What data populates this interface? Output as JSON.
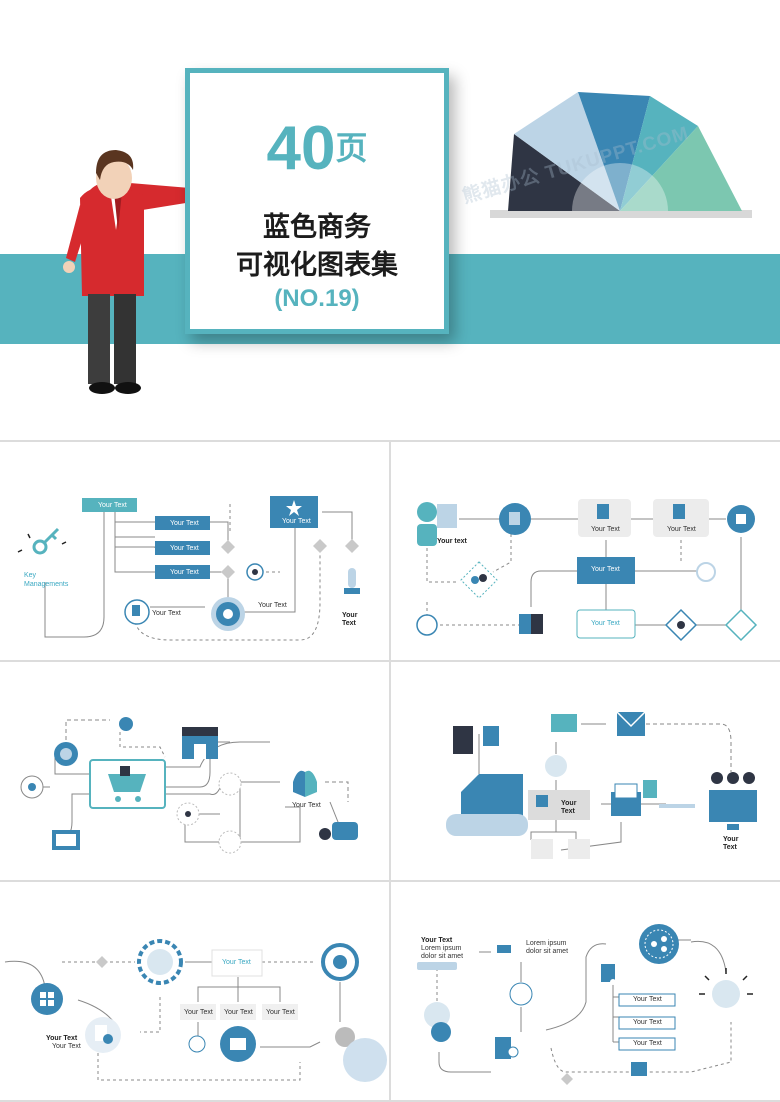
{
  "cover": {
    "number": "40",
    "number_unit": "页",
    "title_line1": "蓝色商务",
    "title_line2": "可视化图表集",
    "series": "(NO.19)",
    "watermark": "熊猫办公 TUKUPPT.COM"
  },
  "colors": {
    "teal": "#56b3be",
    "blue": "#3a86b3",
    "dark": "#2f3544",
    "mint": "#7cc7b0",
    "pale": "#bcd4e6"
  },
  "slides": {
    "s1": {
      "top_box": "Your Text",
      "box_a": "Your Text",
      "box_b": "Your Text",
      "box_c": "Your Text",
      "star_box": "Your Text",
      "key_label_1": "Key",
      "key_label_2": "Managements",
      "doc_label": "Your Text",
      "mid_label": "Your Text",
      "rocket_1": "Your",
      "rocket_2": "Text"
    },
    "s2": {
      "person_label": "Your text",
      "box_1": "Your Text",
      "box_2": "Your Text",
      "center": "Your Text",
      "bottom": "Your Text"
    },
    "s3": {
      "hands_label": "Your Text"
    },
    "s4": {
      "mid_1": "Your",
      "mid_2": "Text",
      "right_1": "Your",
      "right_2": "Text"
    },
    "s5": {
      "left_1": "Your Text",
      "left_2": "Your Text",
      "top": "Your Text",
      "c1": "Your Text",
      "c2": "Your Text",
      "c3": "Your Text"
    },
    "s6": {
      "a1": "Your Text",
      "a2": "Lorem ipsum",
      "a3": "dolor sit amet",
      "b1": "Lorem ipsum",
      "b2": "dolor sit amet",
      "r1": "Your Text",
      "r2": "Your Text",
      "r3": "Your Text"
    }
  }
}
